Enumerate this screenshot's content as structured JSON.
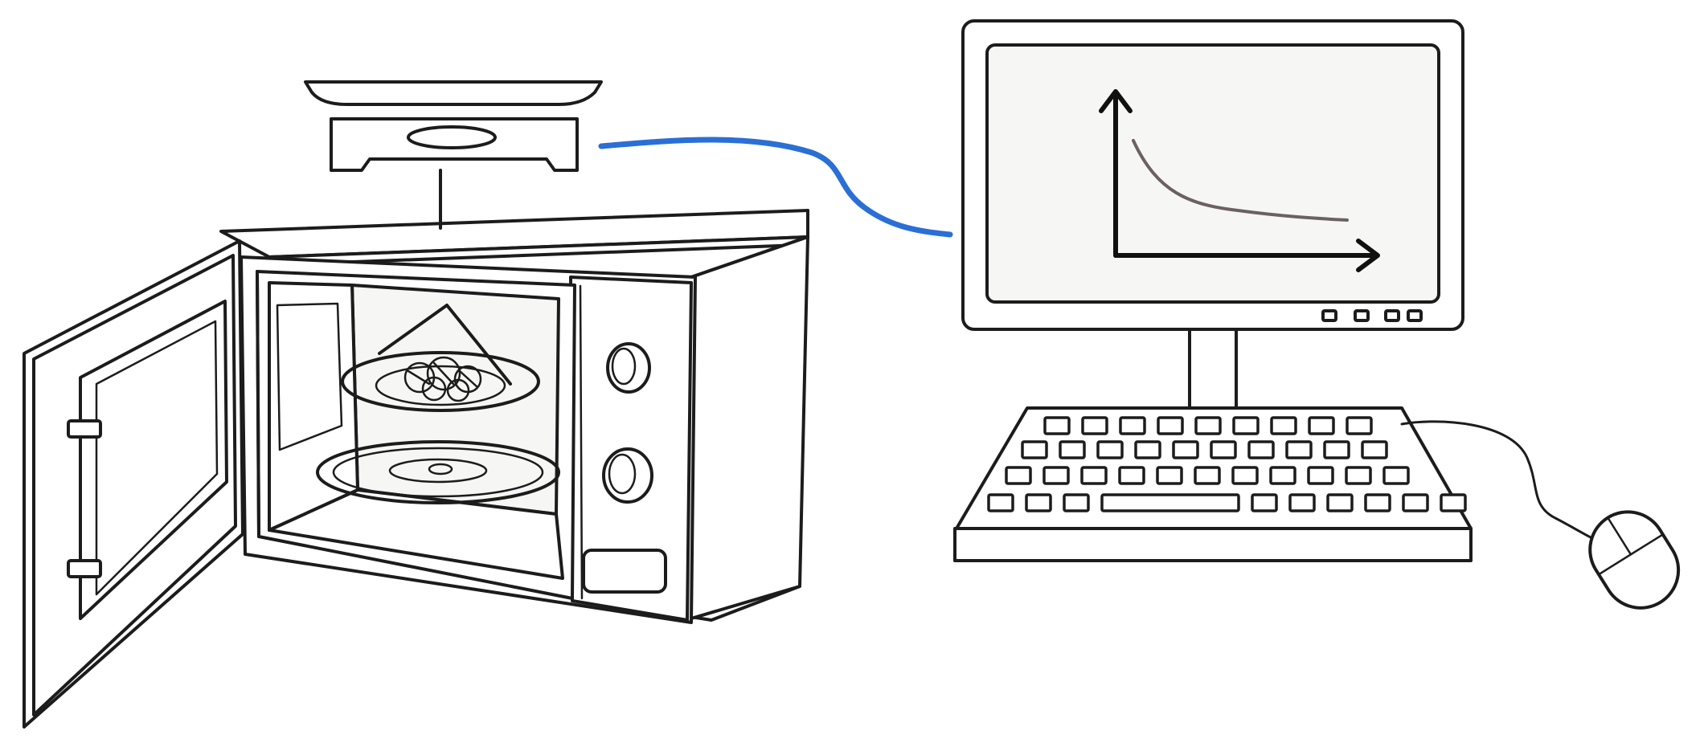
{
  "diagram": {
    "components": [
      {
        "id": "scale",
        "icon": "weighing-scale-icon"
      },
      {
        "id": "microwave-oven",
        "icon": "microwave-icon"
      },
      {
        "id": "sample-tray",
        "icon": "sample-plate-icon"
      },
      {
        "id": "computer",
        "icon": "computer-monitor-icon"
      },
      {
        "id": "keyboard",
        "icon": "keyboard-icon"
      },
      {
        "id": "mouse",
        "icon": "mouse-icon"
      }
    ],
    "connections": [
      {
        "from": "scale",
        "to": "computer",
        "kind": "data-cable"
      },
      {
        "from": "scale",
        "to": "sample-tray",
        "kind": "suspension-wire"
      },
      {
        "from": "keyboard",
        "to": "mouse",
        "kind": "cable"
      }
    ],
    "screen_plot": {
      "shape": "decaying-curve",
      "axes": [
        "y",
        "x"
      ]
    },
    "colors": {
      "line": "#1c1c1c",
      "data_cable": "#2a6fd6",
      "screen": "#f6f7f5",
      "curve": "#6b6063"
    }
  }
}
